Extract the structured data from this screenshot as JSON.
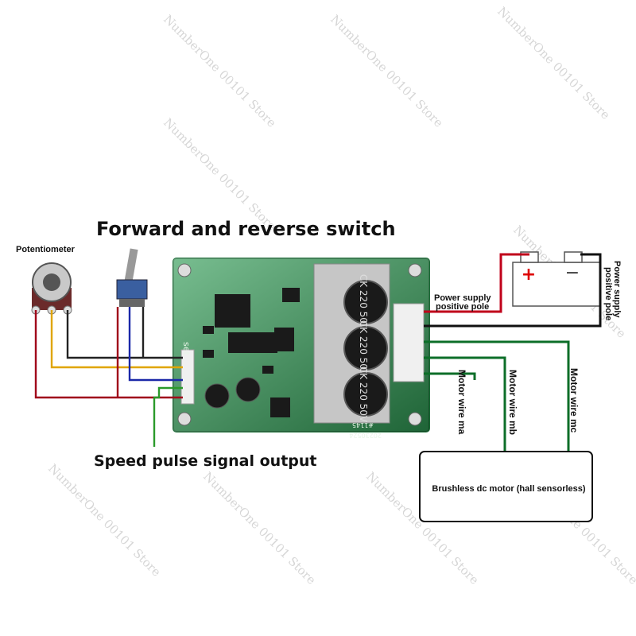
{
  "labels": {
    "title": "Forward and reverse switch",
    "potentiometer": "Potentiometer",
    "speed_pulse": "Speed pulse signal output",
    "power_h1": "Power supply",
    "power_h2": "positive pole",
    "power_v1": "Power supply",
    "power_v2": "positive pole",
    "motor_wire_1": "Motor wire ma",
    "motor_wire_2": "Motor wire mb",
    "motor_wire_3": "Motor wire mc",
    "motor": "Brushless dc motor (hall sensorless)"
  },
  "battery": {
    "plus": "+",
    "minus": "−"
  },
  "board": {
    "set_label": "set",
    "date_code": "20230524",
    "id_code": "#1145"
  },
  "capacitor_label": "CK 220 50V",
  "watermark": "NumberOne 00101 Store",
  "colors": {
    "pcb": "#2f9a54",
    "wire_red": "#c0001a",
    "wire_black": "#111111",
    "wire_green": "#0c6e28",
    "wire_yellow": "#e0a500",
    "wire_blue": "#1b28a8"
  }
}
